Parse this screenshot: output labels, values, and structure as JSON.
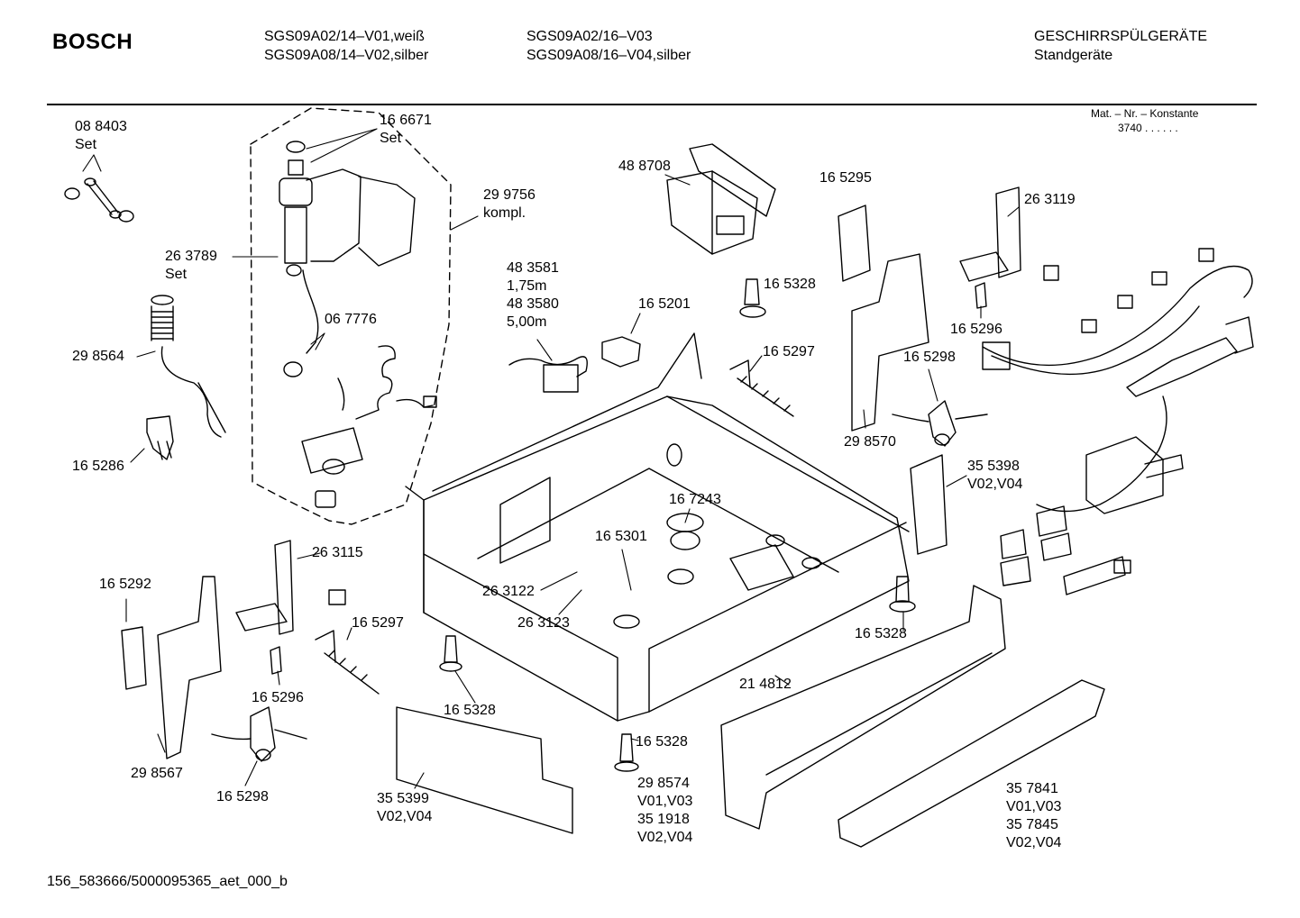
{
  "header": {
    "brand": "BOSCH",
    "models_col1": [
      "SGS09A02/14–V01,weiß",
      "SGS09A08/14–V02,silber"
    ],
    "models_col2": [
      "SGS09A02/16–V03",
      "SGS09A08/16–V04,silber"
    ],
    "category": [
      "GESCHIRRSPÜLGERÄTE",
      "Standgeräte"
    ]
  },
  "mat_constant": {
    "label": "Mat. – Nr. – Konstante",
    "value": "3740 .  .  .  .  .  ."
  },
  "footer": {
    "doc_id": "156_583666/5000095365_aet_000_b"
  },
  "parts": {
    "p088403": [
      "08 8403",
      "Set"
    ],
    "p166671": [
      "16 6671",
      "Set"
    ],
    "p299756": [
      "29 9756",
      "kompl."
    ],
    "p263789": [
      "26 3789",
      "Set"
    ],
    "p298564": "29 8564",
    "p067776": "06 7776",
    "p165286": "16 5286",
    "p488708": "48 8708",
    "p483581": [
      "48 3581",
      "1,75m",
      "48 3580",
      "5,00m"
    ],
    "p165201": "16 5201",
    "p165328_a": "16 5328",
    "p165295": "16 5295",
    "p263119": "26 3119",
    "p165296_a": "16 5296",
    "p165297_a": "16 5297",
    "p165298_a": "16 5298",
    "p298570": "29 8570",
    "p355398": [
      "35 5398",
      "V02,V04"
    ],
    "p167243": "16 7243",
    "p165301": "16 5301",
    "p263115": "26 3115",
    "p165292": "16 5292",
    "p263122": "26 3122",
    "p263123": "26 3123",
    "p165297_b": "16 5297",
    "p165296_b": "16 5296",
    "p165328_b": "16 5328",
    "p165328_c": "16 5328",
    "p214812": "21 4812",
    "p165328_d": "16 5328",
    "p298567": "29 8567",
    "p165298_b": "16 5298",
    "p355399": [
      "35 5399",
      "V02,V04"
    ],
    "p298574": [
      "29 8574",
      "V01,V03",
      "35 1918",
      "V02,V04"
    ],
    "p357841": [
      "35 7841",
      "V01,V03",
      "35 7845",
      "V02,V04"
    ]
  }
}
